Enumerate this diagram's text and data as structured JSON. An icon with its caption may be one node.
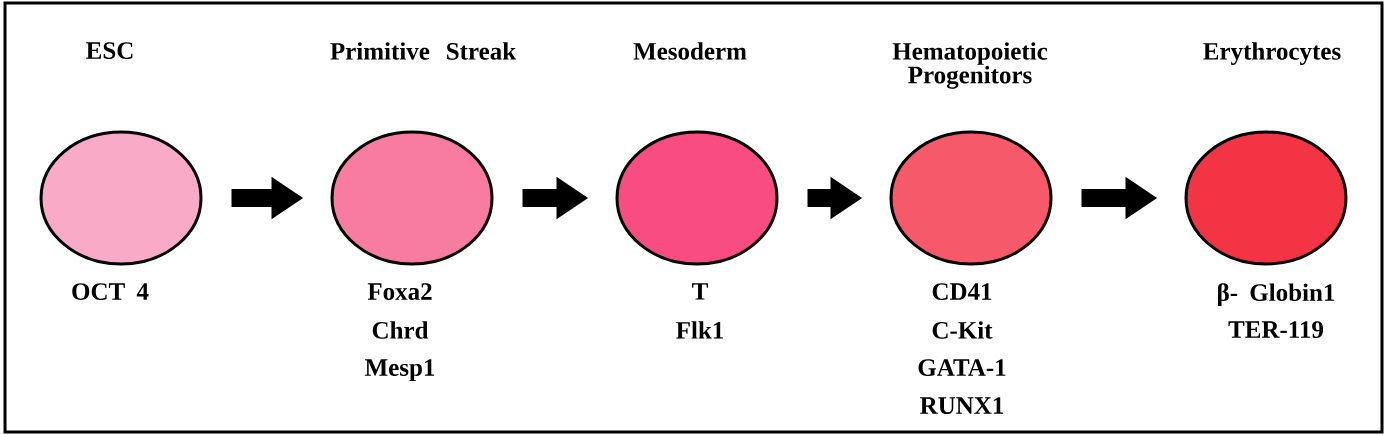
{
  "diagram": {
    "nodes": [
      {
        "text": [
          "ESC"
        ],
        "beside": [
          "OCT 4"
        ]
      },
      {
        "text": [
          "Primitive Streak"
        ],
        "beside": [
          "Foxa2",
          "Chrd",
          "Mesp1"
        ]
      },
      {
        "text": [
          "Mesoderm"
        ],
        "beside": [
          "T",
          "Flk1"
        ]
      },
      {
        "text": [
          "Hematopoietic Progenitors"
        ],
        "beside": [
          "CD41",
          "C-Kit",
          "GATA-1",
          "RUNX1"
        ]
      },
      {
        "text": [
          "Erythrocytes"
        ],
        "beside": [
          "β- Globin1",
          "TER-119"
        ]
      }
    ],
    "edges": [
      {
        "from": 0,
        "to": 1,
        "arrow": "to"
      },
      {
        "from": 1,
        "to": 2,
        "arrow": "to"
      },
      {
        "from": 2,
        "to": 3,
        "arrow": "to"
      },
      {
        "from": 3,
        "to": 4,
        "arrow": "to"
      }
    ]
  }
}
